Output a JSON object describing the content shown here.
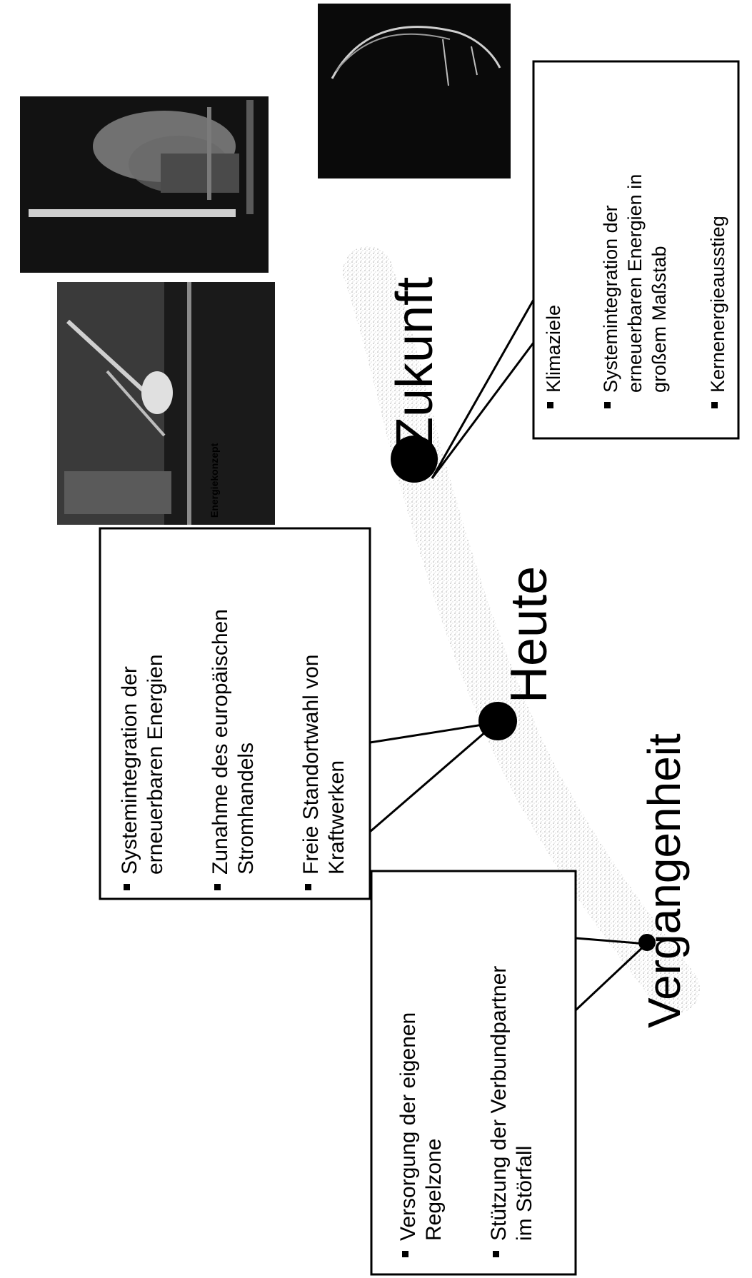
{
  "nodes": {
    "past": {
      "label": "Vergangenheit"
    },
    "today": {
      "label": "Heute"
    },
    "future": {
      "label": "Zukunft"
    }
  },
  "boxes": {
    "past": {
      "bullets": [
        [
          "Versorgung der eigenen",
          "Regelzone"
        ],
        [
          "Stützung der Verbundpartner",
          "im Störfall"
        ]
      ]
    },
    "today": {
      "bullets": [
        [
          "Systemintegration der",
          "erneuerbaren Energien"
        ],
        [
          "Zunahme des europäischen",
          "Stromhandels"
        ],
        [
          "Freie Standortwahl von",
          "Kraftwerken"
        ]
      ]
    },
    "future": {
      "bullets": [
        [
          "Klimaziele"
        ],
        [
          "Systemintegration der",
          "erneuerbaren Energien in",
          "großem Maßstab"
        ],
        [
          "Kernenergieausstieg"
        ]
      ]
    }
  },
  "images": {
    "brochure": {
      "caption": "Energiekonzept"
    }
  },
  "colors": {
    "ink": "#000000",
    "path_grey": "#bdbdbd",
    "photo_dark": "#1a1a1a"
  },
  "icons": {
    "bullet": "square-bullet-icon",
    "node": "timeline-dot-icon"
  }
}
